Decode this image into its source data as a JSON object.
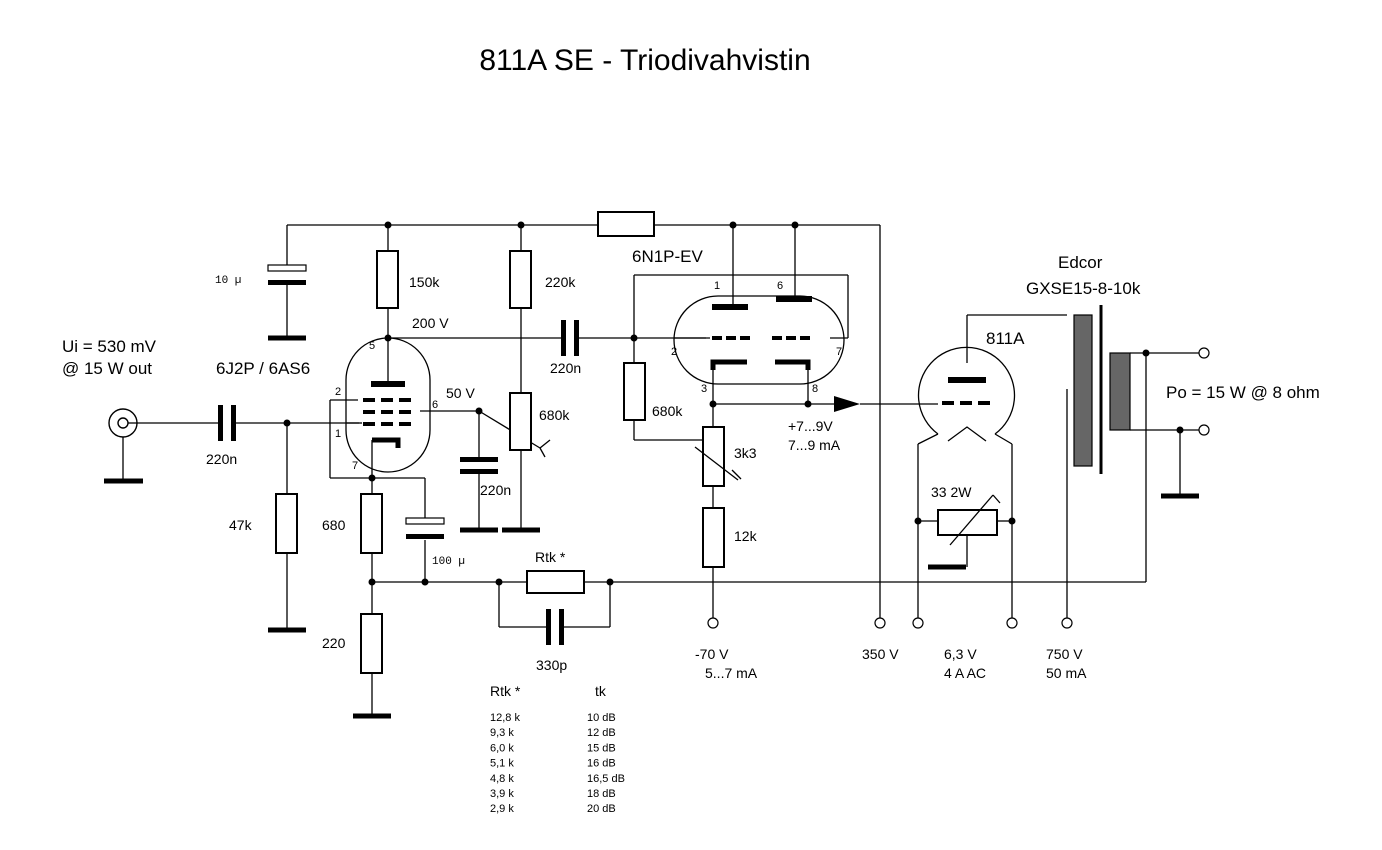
{
  "title": "811A  SE - Triodivahvistin",
  "input": {
    "line1": "Ui = 530 mV",
    "line2": "@ 15 W out"
  },
  "output": {
    "label": "Po = 15 W @ 8 ohm"
  },
  "tubes": {
    "pentode": "6J2P / 6AS6",
    "dual_triode": "6N1P-EV",
    "power": "811A"
  },
  "transformer": {
    "brand": "Edcor",
    "model": "GXSE15-8-10k"
  },
  "components": {
    "c_in": "220n",
    "r_grid": "47k",
    "c_dec1": "10 µ",
    "r_plate": "150k",
    "r_screen": "220k",
    "c_couple": "220n",
    "c_screen": "220n",
    "r_pot": "680k",
    "r_k1": "680",
    "r_k2": "220",
    "c_k": "100 µ",
    "r_fb": "Rtk *",
    "c_fb": "330p",
    "r_drv_grid": "680k",
    "r_bias_pot": "3k3",
    "r_bias": "12k",
    "r_fil": "33 2W"
  },
  "voltages": {
    "plate1": "200 V",
    "screen1": "50 V",
    "follower_out_v": "+7...9V",
    "follower_out_i": "7...9 mA",
    "neg_supply_v": "-70 V",
    "neg_supply_i": "5...7 mA",
    "b_plus_low": "350 V",
    "fil_v": "6,3 V",
    "fil_i": "4 A AC",
    "b_plus_high": "750 V",
    "b_plus_high_i": "50 mA"
  },
  "pins": {
    "p1_5": "5",
    "p1_2": "2",
    "p1_1": "1",
    "p1_7": "7",
    "p1_6": "6",
    "p2_1": "1",
    "p2_6": "6",
    "p2_2": "2",
    "p2_7": "7",
    "p2_3": "3",
    "p2_8": "8"
  },
  "table": {
    "headers": [
      "Rtk *",
      "tk"
    ],
    "rows": [
      [
        "12,8 k",
        "10 dB"
      ],
      [
        "9,3 k",
        "12 dB"
      ],
      [
        "6,0 k",
        "15 dB"
      ],
      [
        "5,1 k",
        "16 dB"
      ],
      [
        "4,8 k",
        "16,5 dB"
      ],
      [
        "3,9 k",
        "18 dB"
      ],
      [
        "2,9 k",
        "20 dB"
      ]
    ]
  }
}
